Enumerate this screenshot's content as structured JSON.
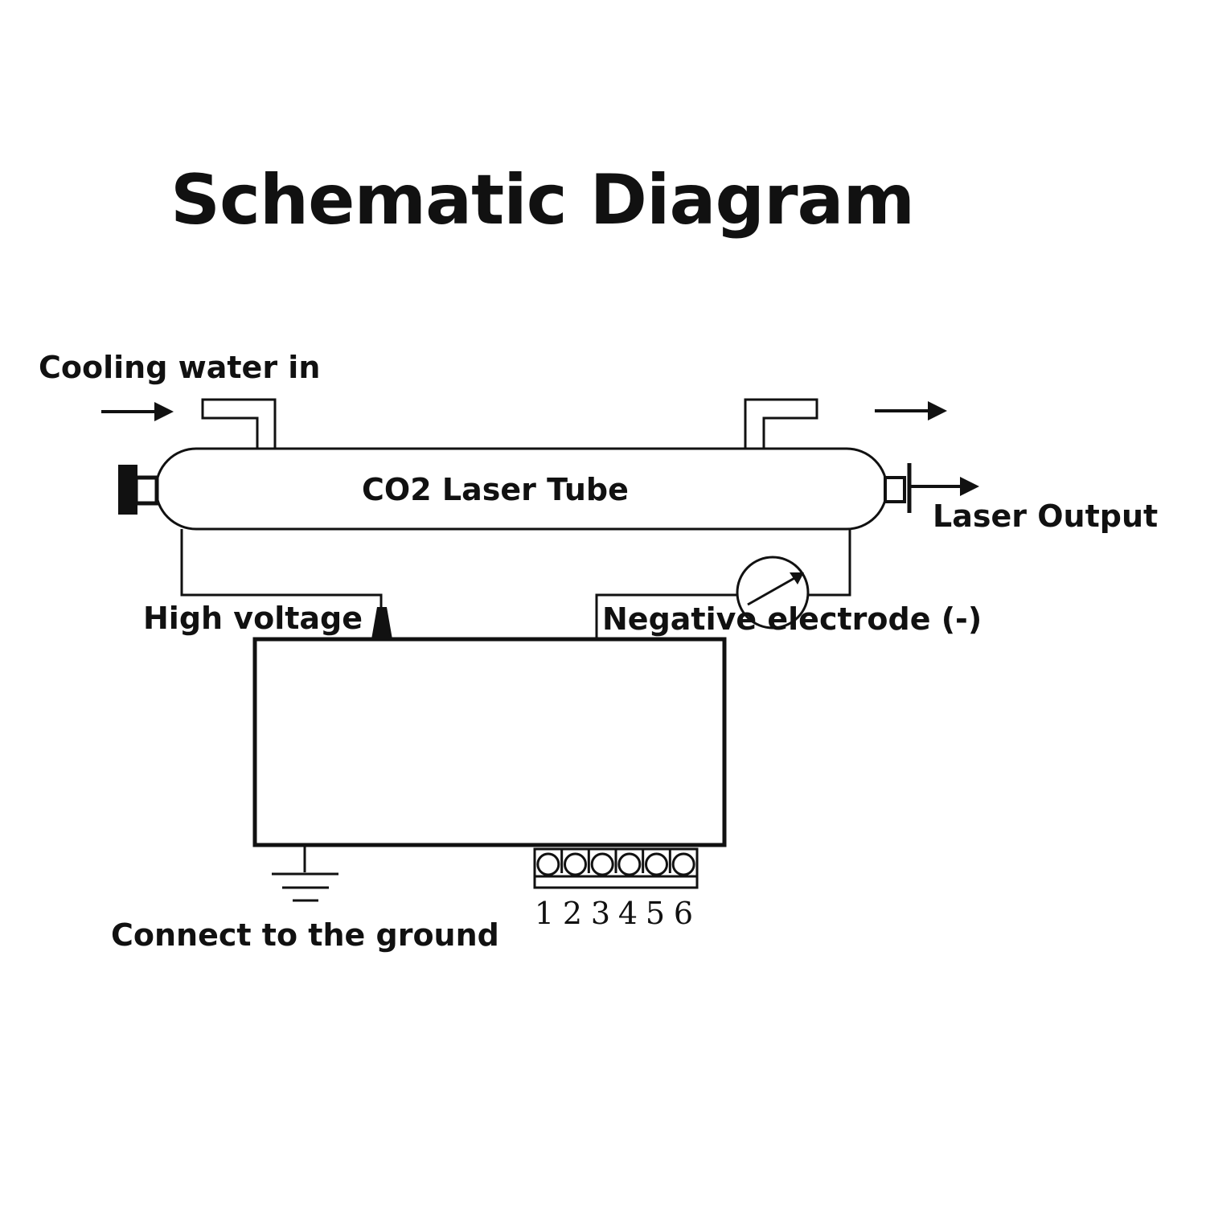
{
  "title": "Schematic Diagram",
  "labels": {
    "cooling_water_in": "Cooling water in",
    "tube": "CO2 Laser Tube",
    "laser_output": "Laser Output",
    "high_voltage": "High voltage",
    "negative_electrode": "Negative electrode (-)",
    "ground": "Connect to the ground"
  },
  "terminals": [
    "1",
    "2",
    "3",
    "4",
    "5",
    "6"
  ],
  "colors": {
    "ink": "#111111",
    "background": "#ffffff"
  }
}
